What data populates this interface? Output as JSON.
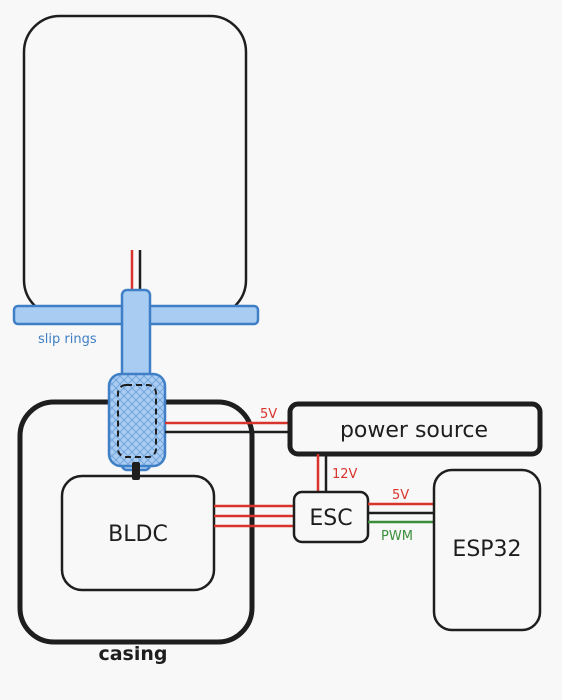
{
  "labels": {
    "slip_rings": "slip rings",
    "power_source": "power source",
    "bldc": "BLDC",
    "esc": "ESC",
    "esp32": "ESP32",
    "casing": "casing",
    "v5_power": "5V",
    "v12": "12V",
    "v5_esp": "5V",
    "pwm": "PWM"
  },
  "colors": {
    "outline": "#1e1e1e",
    "red_wire": "#d9342b",
    "green_wire": "#3b8f3b",
    "blue_fill": "#a9ccf2",
    "blue_stroke": "#3f7fc6",
    "background": "#f8f8f8"
  }
}
